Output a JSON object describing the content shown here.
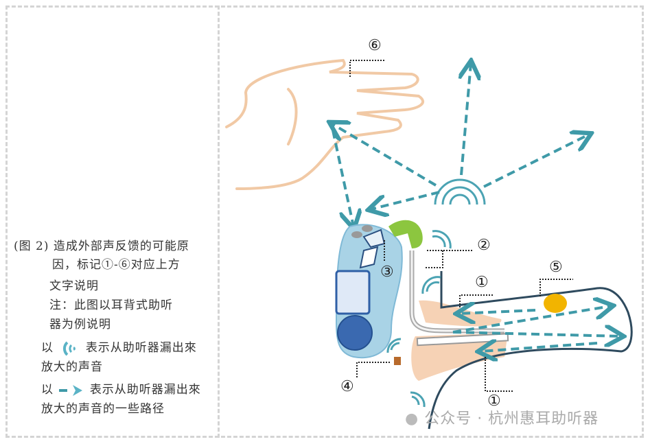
{
  "caption": {
    "line1": "(图 2) 造成外部声反馈的可能原",
    "line2": "因，标记①-⑥对应上方",
    "line3": "文字说明",
    "note1": "注：此图以耳背式助听",
    "note2": "器为例说明"
  },
  "legend": {
    "wave": {
      "prefix": "以",
      "text1": "表示从助听器漏出來",
      "text2": "放大的声音",
      "icon": "sound-wave-icon"
    },
    "arrow": {
      "prefix": "以",
      "text1": "表示从助听器漏出來",
      "text2": "放大的声音的一些路径",
      "icon": "dashed-arrow-icon"
    }
  },
  "markers": {
    "m1a": "①",
    "m1b": "①",
    "m2": "②",
    "m3": "③",
    "m4": "④",
    "m5": "⑤",
    "m6": "⑥"
  },
  "watermark": "公众号 · 杭州惠耳助听器",
  "colors": {
    "teal": "#3f9aa8",
    "skin": "#f3c9a8",
    "aid": "#a9d3e6",
    "hook": "#8cc63f",
    "canal": "#2e4a5e",
    "wax": "#f2b400"
  }
}
